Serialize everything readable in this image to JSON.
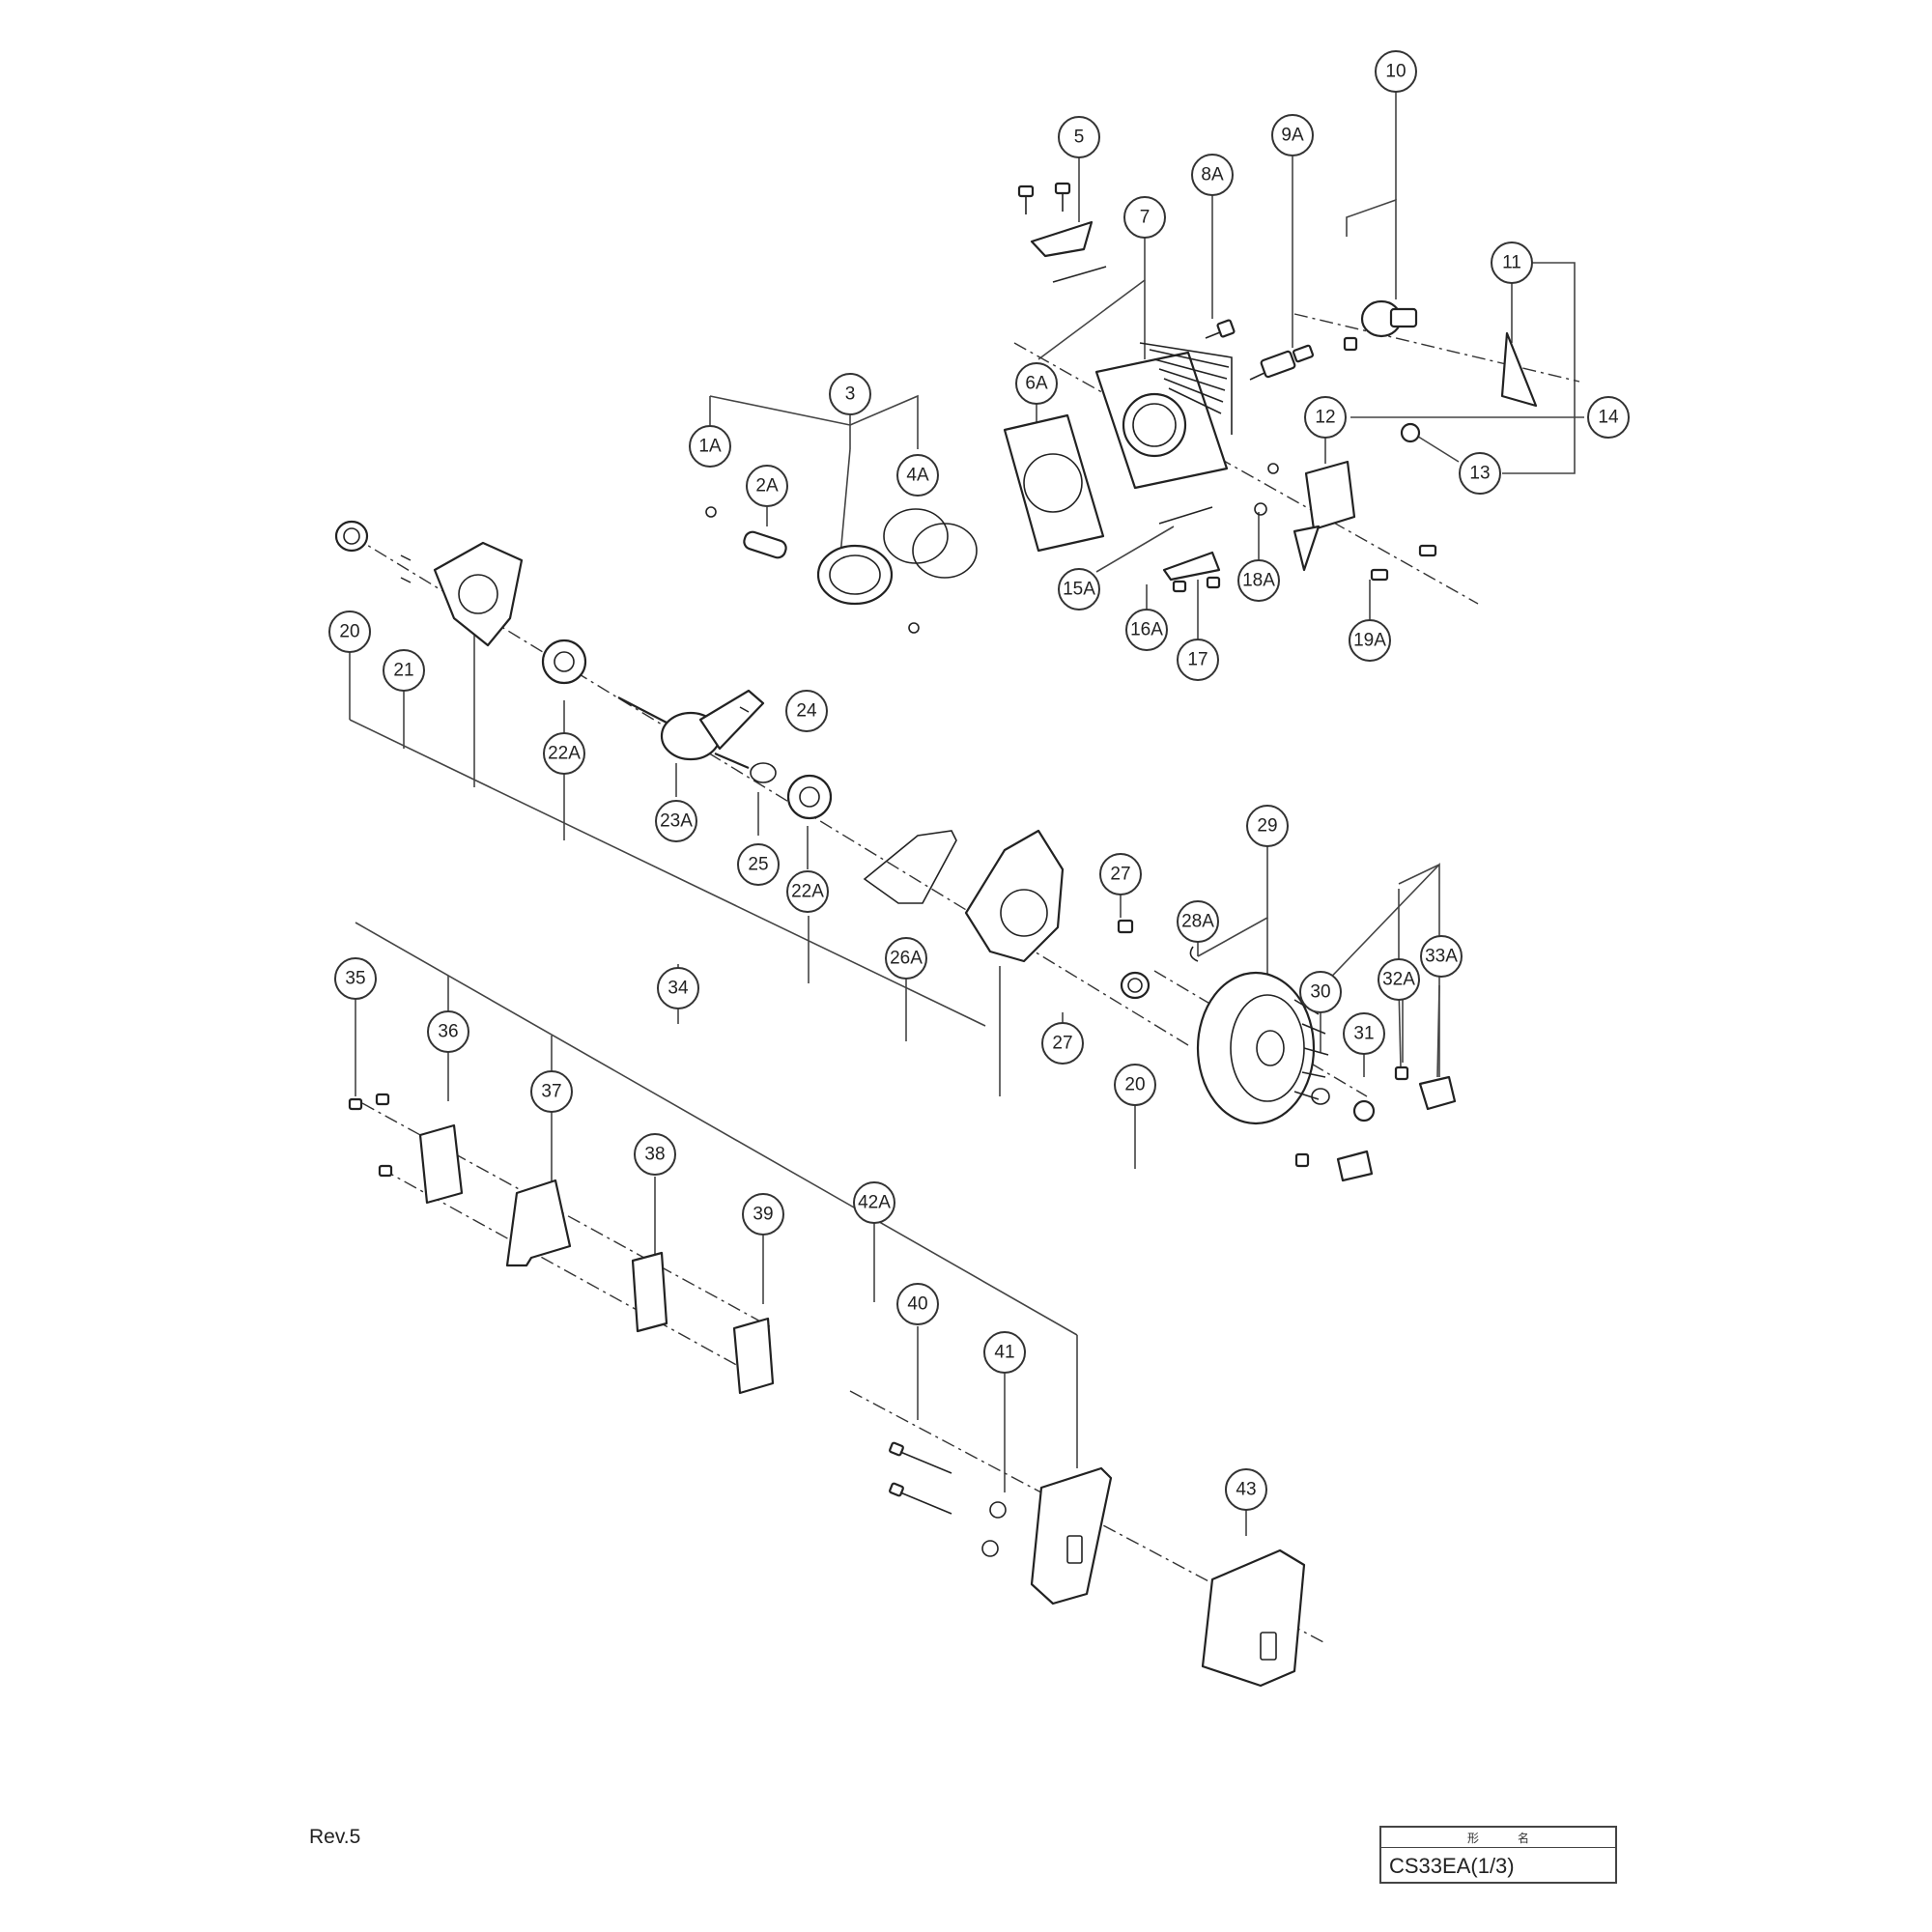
{
  "callouts": {
    "c1A": "1A",
    "c2A": "2A",
    "c3": "3",
    "c4A": "4A",
    "c5": "5",
    "c6A": "6A",
    "c7": "7",
    "c8A": "8A",
    "c9A": "9A",
    "c10": "10",
    "c11": "11",
    "c12": "12",
    "c13": "13",
    "c14": "14",
    "c15A": "15A",
    "c16A": "16A",
    "c17": "17",
    "c18A": "18A",
    "c19A": "19A",
    "c20a": "20",
    "c20b": "20",
    "c21": "21",
    "c22Aa": "22A",
    "c22Ab": "22A",
    "c23A": "23A",
    "c24": "24",
    "c25": "25",
    "c26A": "26A",
    "c27a": "27",
    "c27b": "27",
    "c28A": "28A",
    "c29": "29",
    "c30": "30",
    "c31": "31",
    "c32A": "32A",
    "c33A": "33A",
    "c34": "34",
    "c35": "35",
    "c36": "36",
    "c37": "37",
    "c38": "38",
    "c39": "39",
    "c40": "40",
    "c41": "41",
    "c42A": "42A",
    "c43": "43"
  },
  "footer": {
    "revision": "Rev.5",
    "title_label_left": "形",
    "title_label_right": "名",
    "model": "CS33EA(1/3)"
  }
}
